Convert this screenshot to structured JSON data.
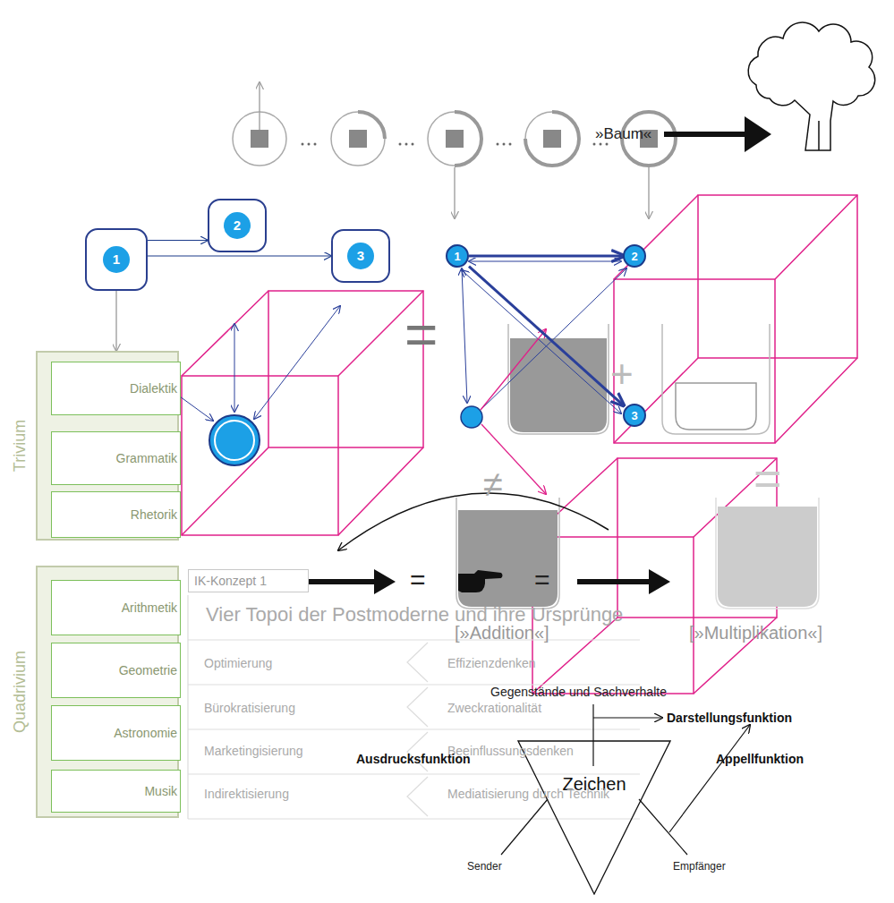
{
  "diagram": {
    "nodes": [
      {
        "text": [
          "1"
        ]
      },
      {
        "text": [
          "2"
        ]
      },
      {
        "text": [
          "3"
        ]
      },
      {
        "text": [
          "Trivium"
        ]
      },
      {
        "text": [
          "Dialektik"
        ],
        "in": 3
      },
      {
        "text": [
          "Grammatik"
        ],
        "in": 3
      },
      {
        "text": [
          "Rhetorik"
        ],
        "in": 3
      },
      {
        "text": [
          "Quadrivium"
        ]
      },
      {
        "text": [
          "Arithmetik"
        ],
        "in": 7
      },
      {
        "text": [
          "Geometrie"
        ],
        "in": 7
      },
      {
        "text": [
          "Astronomie"
        ],
        "in": 7
      },
      {
        "text": [
          "Musik"
        ],
        "in": 7
      },
      {
        "text": [
          "1"
        ]
      },
      {
        "text": [
          "2"
        ]
      },
      {
        "text": [
          "3"
        ]
      },
      {
        "text": [
          "IK-Konzept 1"
        ]
      },
      {
        "text": [
          "Zeichen"
        ]
      }
    ],
    "edges": [
      {
        "from": 0,
        "to": 1,
        "arrow": "to"
      },
      {
        "from": 0,
        "to": 2,
        "arrow": "to"
      },
      {
        "from": 0,
        "to": 3,
        "arrow": "to"
      },
      {
        "from": 12,
        "to": 13,
        "arrow": "to"
      },
      {
        "from": 12,
        "to": 14,
        "arrow": "to"
      }
    ],
    "labels": [
      "»Baum«",
      "=",
      "≠",
      "+",
      "=",
      "=",
      "=",
      "Vier Topoi der Postmoderne und ihre Ursprünge",
      "Optimierung",
      "Effizienzdenken",
      "Bürokratisierung",
      "Zweckrationalität",
      "Marketingisierung",
      "Beeinflussungsdenken",
      "Indirektisierung",
      "Mediatisierung durch Technik",
      "[»Addition«]",
      "[»Multiplikation«]",
      "Gegenstände und Sachverhalte",
      "Darstellungsfunktion",
      "Ausdrucksfunktion",
      "Appellfunktion",
      "Sender",
      "Empfänger"
    ]
  }
}
